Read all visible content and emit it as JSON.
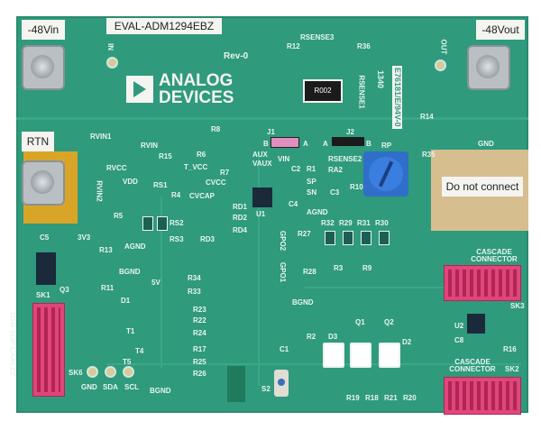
{
  "board": {
    "title": "EVAL-ADM1294EBZ",
    "revision": "Rev-0",
    "brand_line1": "ANALOG",
    "brand_line2": "DEVICES",
    "cert_code": "E76181/E/94V-0",
    "date_code": "1340"
  },
  "terminals": {
    "vin": "-48Vin",
    "vout": "-48Vout",
    "rtn": "RTN",
    "do_not_connect": "Do not connect",
    "gnd": "GND"
  },
  "pads": {
    "in": "IN",
    "out": "OUT"
  },
  "components": {
    "rsense3": "RSENSE3",
    "rsense1": "RSENSE1",
    "rsense2": "RSENSE2",
    "r002": "R002",
    "r12": "R12",
    "r36": "R36",
    "r14": "R14",
    "r35": "R35",
    "j1": "J1",
    "j2": "J2",
    "b": "B",
    "a1": "A",
    "a2": "A",
    "b2": "B",
    "rp": "RP",
    "rvin1": "RVIN1",
    "rvin": "RVIN",
    "rvin2": "RVIN2",
    "rvcc": "RVCC",
    "vdd": "VDD",
    "r15": "R15",
    "rs1": "RS1",
    "r4": "R4",
    "r5": "R5",
    "rs2": "RS2",
    "rs3": "RS3",
    "r8": "R8",
    "r6": "R6",
    "r7": "R7",
    "aux": "AUX",
    "vaux": "VAUX",
    "vin_pad": "VIN",
    "t_vcc": "T_VCC",
    "cvcc": "CVCC",
    "cvcap": "CVCAP",
    "rd1": "RD1",
    "rd2": "RD2",
    "rd3": "RD3",
    "rd4": "RD4",
    "c2": "C2",
    "sp": "SP",
    "sn": "SN",
    "c3": "C3",
    "c4": "C4",
    "agnd": "AGND",
    "agnd2": "AGND",
    "r1": "R1",
    "ra2": "RA2",
    "r10": "R10",
    "r27": "R27",
    "r32": "R32",
    "r29": "R29",
    "r31": "R31",
    "r30": "R30",
    "r3": "R3",
    "r9": "R9",
    "gpo2": "GPO2",
    "gpo1": "GPO1",
    "r28": "R28",
    "c5": "C5",
    "v3v3": "3V3",
    "r13": "R13",
    "r11": "R11",
    "d1": "D1",
    "q3": "Q3",
    "bgnd": "BGND",
    "v5": "5V",
    "r34": "R34",
    "r33": "R33",
    "sk1": "SK1",
    "usb_label": "USB-SDP-CABLEZ",
    "sk6": "SK6",
    "gnd": "GND",
    "sda": "SDA",
    "scl": "SCL",
    "bgnd2": "BGND",
    "bgnd3": "BGND",
    "r23": "R23",
    "r22": "R22",
    "r24": "R24",
    "r17": "R17",
    "r25": "R25",
    "r26": "R26",
    "t1": "T1",
    "t4": "T4",
    "t5": "T5",
    "c1": "C1",
    "s2": "S2",
    "r2": "R2",
    "d3": "D3",
    "q1": "Q1",
    "q2": "Q2",
    "d2": "D2",
    "r19": "R19",
    "r18": "R18",
    "r21": "R21",
    "r20": "R20",
    "cascade1": "CASCADE CONNECTOR",
    "sk3": "SK3",
    "u2": "U2",
    "c8": "C8",
    "r16": "R16",
    "cascade2": "CASCADE CONNECTOR",
    "sk2": "SK2",
    "u1": "U1"
  }
}
